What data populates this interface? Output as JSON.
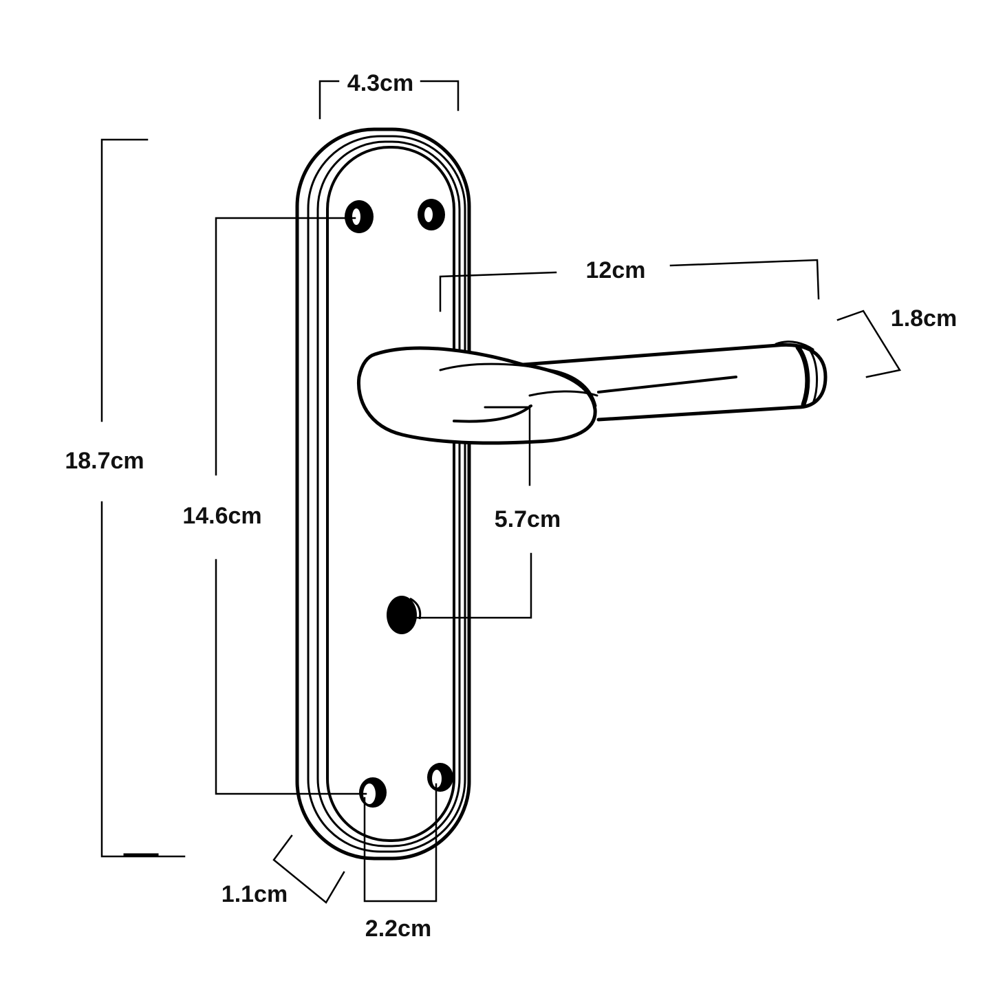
{
  "diagram": {
    "colors": {
      "ink": "#000000",
      "paper": "#ffffff"
    },
    "dimensions": {
      "plate_width": "4.3cm",
      "plate_height": "18.7cm",
      "hole_spacing_vertical": "14.6cm",
      "lever_length": "12cm",
      "lever_tip_diameter": "1.8cm",
      "lever_to_keyhole": "5.7cm",
      "plate_edge_depth": "1.1cm",
      "hole_spacing_horizontal": "2.2cm"
    }
  }
}
